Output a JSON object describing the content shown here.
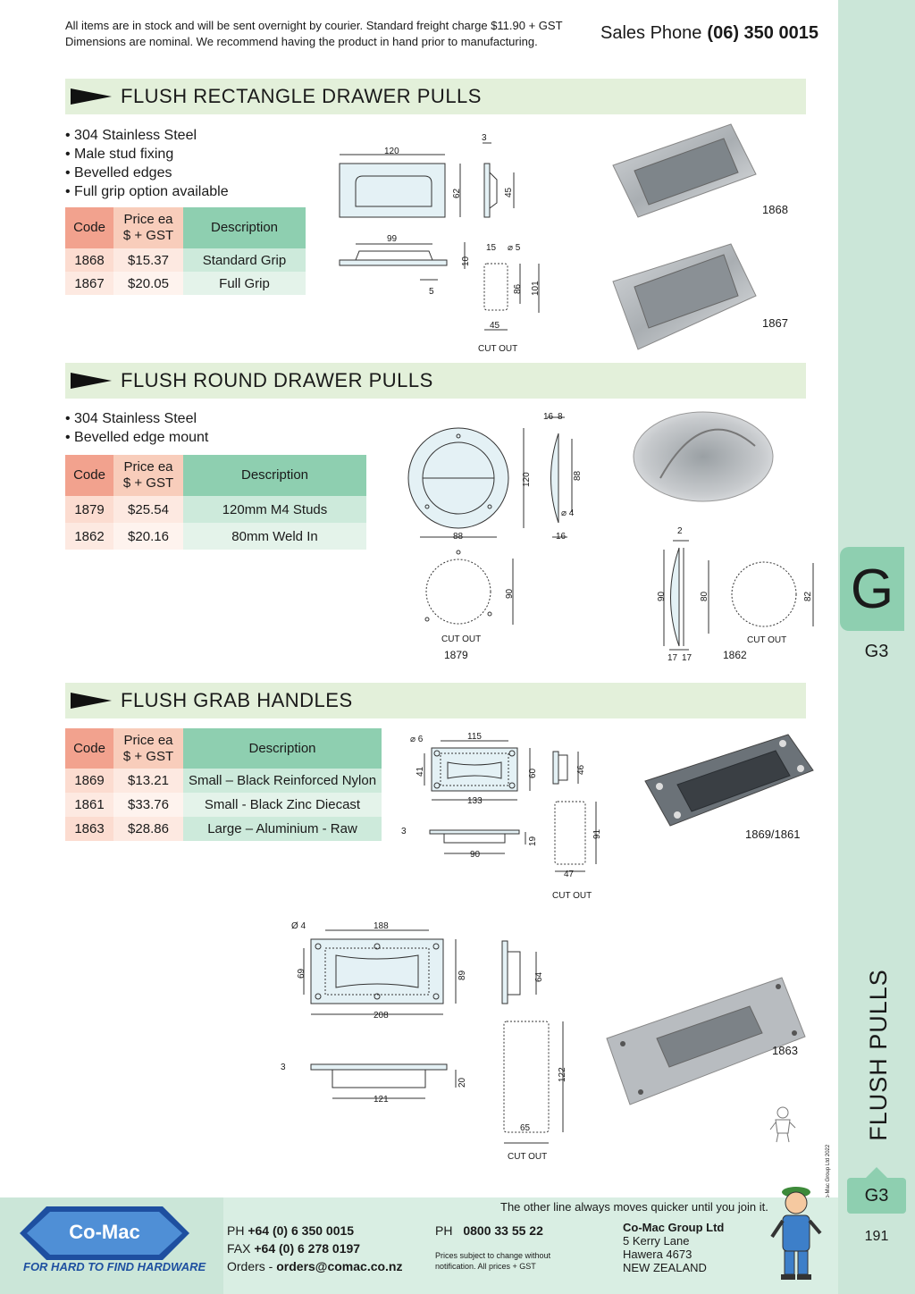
{
  "notice": {
    "line1": "All items are in stock and will be sent overnight by courier. Standard freight charge $11.90 + GST",
    "line2": "Dimensions are nominal. We recommend having the product in hand prior to manufacturing."
  },
  "sales": {
    "label": "Sales Phone",
    "number": "(06) 350 0015"
  },
  "table_headers": {
    "code": "Code",
    "price_line1": "Price ea",
    "price_line2": "$ + GST",
    "description": "Description"
  },
  "section1": {
    "title": "FLUSH RECTANGLE DRAWER PULLS",
    "bullets": [
      "304 Stainless Steel",
      "Male stud fixing",
      "Bevelled edges",
      "Full grip option available"
    ],
    "rows": [
      {
        "code": "1868",
        "price": "$15.37",
        "description": "Standard Grip"
      },
      {
        "code": "1867",
        "price": "$20.05",
        "description": "Full Grip"
      }
    ],
    "dims": {
      "width": "120",
      "height": "62",
      "thick": "3",
      "side_h": "45",
      "grip_w": "99",
      "stud_h": "10",
      "stud_off": "5",
      "c_15": "15",
      "c_dia": "⌀ 5",
      "c_86": "86",
      "c_101": "101",
      "c_45": "45",
      "cut_out": "CUT OUT"
    },
    "labels": [
      "1868",
      "1867"
    ]
  },
  "section2": {
    "title": "FLUSH ROUND DRAWER PULLS",
    "bullets": [
      "304 Stainless Steel",
      "Bevelled edge mount"
    ],
    "rows": [
      {
        "code": "1879",
        "price": "$25.54",
        "description": "120mm M4 Studs"
      },
      {
        "code": "1862",
        "price": "$20.16",
        "description": "80mm Weld In"
      }
    ],
    "dims": {
      "d120": "120",
      "d88w": "88",
      "s16": "16",
      "s8": "8",
      "s88": "88",
      "m4": "⌀ 4",
      "b16": "16",
      "c90": "90",
      "cut_out": "CUT OUT",
      "lbl1879": "1879",
      "s2": "2",
      "h90": "90",
      "h80": "80",
      "b17a": "17",
      "b17b": "17",
      "c82": "82",
      "lbl1862": "1862"
    }
  },
  "section3": {
    "title": "FLUSH GRAB HANDLES",
    "rows": [
      {
        "code": "1869",
        "price": "$13.21",
        "description": "Small – Black Reinforced Nylon"
      },
      {
        "code": "1861",
        "price": "$33.76",
        "description": "Small - Black Zinc Diecast"
      },
      {
        "code": "1863",
        "price": "$28.86",
        "description": "Large – Aluminium - Raw"
      }
    ],
    "small_dims": {
      "dia": "⌀ 6",
      "w115": "115",
      "h41": "41",
      "h60": "60",
      "w133": "133",
      "s46": "46",
      "t3": "3",
      "d19": "19",
      "w90": "90",
      "c91": "91",
      "c47": "47",
      "cut_out": "CUT OUT"
    },
    "small_label": "1869/1861",
    "large_dims": {
      "dia": "Ø 4",
      "w188": "188",
      "h69": "69",
      "h89": "89",
      "w208": "208",
      "s64": "64",
      "t3": "3",
      "d20": "20",
      "w121": "121",
      "c122": "122",
      "c65": "65",
      "cut_out": "CUT OUT"
    },
    "large_label": "1863"
  },
  "side": {
    "letter": "G",
    "code": "G3",
    "title": "FLUSH PULLS",
    "copyright": "© Co-Mac Group Ltd 2022",
    "page_code": "G3",
    "page_number": "191"
  },
  "footer": {
    "logo": "Co-Mac",
    "tagline": "FOR HARD TO FIND HARDWARE",
    "ph_label": "PH",
    "ph": "+64 (0) 6 350 0015",
    "fax_label": "FAX",
    "fax": "+64 (0) 6 278 0197",
    "orders_label": "Orders -",
    "orders": "orders@comac.co.nz",
    "ph2_label": "PH",
    "ph2": "0800 33 55 22",
    "note1": "Prices subject to change without",
    "note2": "notification. All prices + GST",
    "company": "Co-Mac Group Ltd",
    "addr1": "5 Kerry Lane",
    "addr2": "Hawera 4673",
    "addr3": "NEW ZEALAND",
    "quote": "The other line always moves quicker until you join it."
  },
  "colors": {
    "header_bg": "#e3f0da",
    "code_col": "#f2a28e",
    "price_col": "#f8cdbb",
    "desc_col": "#8ecfb0",
    "side_bar": "#cbe6d8",
    "brand_blue": "#1e4fa0"
  }
}
